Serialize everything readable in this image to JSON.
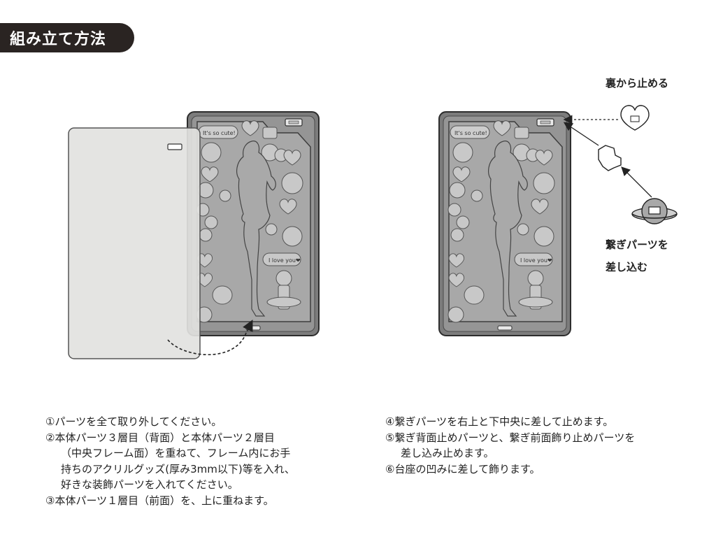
{
  "title": "組み立て方法",
  "labels": {
    "back_stop": "裏から止める",
    "insert_line1": "繋ぎパーツを",
    "insert_line2": "差し込む"
  },
  "stickers": {
    "speech1": "It's so cute!",
    "speech2": "I love you❤"
  },
  "steps_left": [
    "①パーツを全て取り外してください。",
    "②本体パーツ３層目（背面）と本体パーツ２層目",
    "（中央フレーム面）を重ねて、フレーム内にお手",
    "持ちのアクリルグッズ(厚み3mm以下)等を入れ、",
    "好きな装飾パーツを入れてください。",
    "③本体パーツ１層目（前面）を、上に重ねます。"
  ],
  "steps_right": [
    "④繋ぎパーツを右上と下中央に差して止めます。",
    "⑤繋ぎ背面止めパーツと、繋ぎ前面飾り止めパーツを",
    "差し込み止めます。",
    "⑥台座の凹みに差して飾ります。"
  ],
  "colors": {
    "title_bg": "#2a2422",
    "panel_fill": "#8a8a8a",
    "panel_border": "#2d2d2d",
    "sticker_fill": "#c9c9c9",
    "clear_panel": "#e2e2e0",
    "text": "#222222"
  }
}
